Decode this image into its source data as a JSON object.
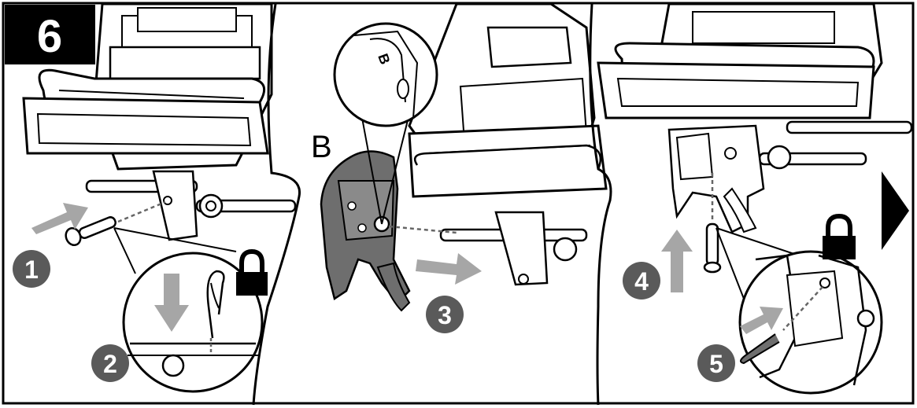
{
  "header": {
    "step_number": "6"
  },
  "callouts": {
    "part_letter": "B",
    "step1": "1",
    "step2": "2",
    "step3": "3",
    "step4": "4",
    "step5": "5"
  },
  "icons": {
    "lock": "lock-icon",
    "next": "next-arrow-icon",
    "push_arrow": "gray-arrow-icon"
  },
  "colors": {
    "line": "#000000",
    "panel_bg": "#ffffff",
    "badge": "#5a5a5a",
    "arrow": "#a6a6a6",
    "part_fill": "#6e6e6e"
  }
}
